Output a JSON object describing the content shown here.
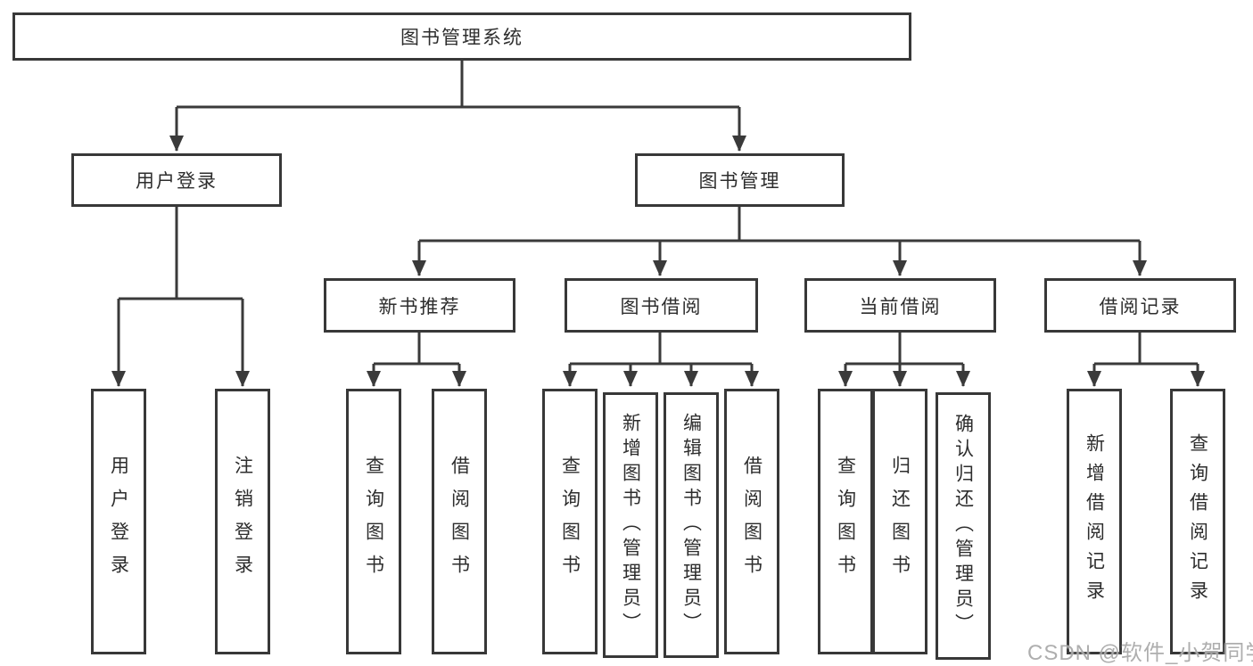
{
  "tree": {
    "root": {
      "label": "图书管理系统"
    },
    "branches": [
      {
        "label": "用户登录",
        "leaves": [
          "用户登录",
          "注销登录"
        ]
      },
      {
        "label": "图书管理",
        "groups": [
          {
            "label": "新书推荐",
            "leaves": [
              "查询图书",
              "借阅图书"
            ]
          },
          {
            "label": "图书借阅",
            "leaves": [
              "查询图书",
              "新增图书（管理员）",
              "编辑图书（管理员）",
              "借阅图书"
            ]
          },
          {
            "label": "当前借阅",
            "leaves": [
              "查询图书",
              "归还图书",
              "确认归还（管理员）"
            ]
          },
          {
            "label": "借阅记录",
            "leaves": [
              "新增借阅记录",
              "查询借阅记录"
            ]
          }
        ]
      }
    ]
  },
  "watermark": {
    "text": "CSDN @软件_小贺同学"
  },
  "colors": {
    "line": "#3a3a3a",
    "border": "#383838",
    "text": "#2d2d2d",
    "background": "#ffffff",
    "watermark": "#a5a5a5"
  }
}
